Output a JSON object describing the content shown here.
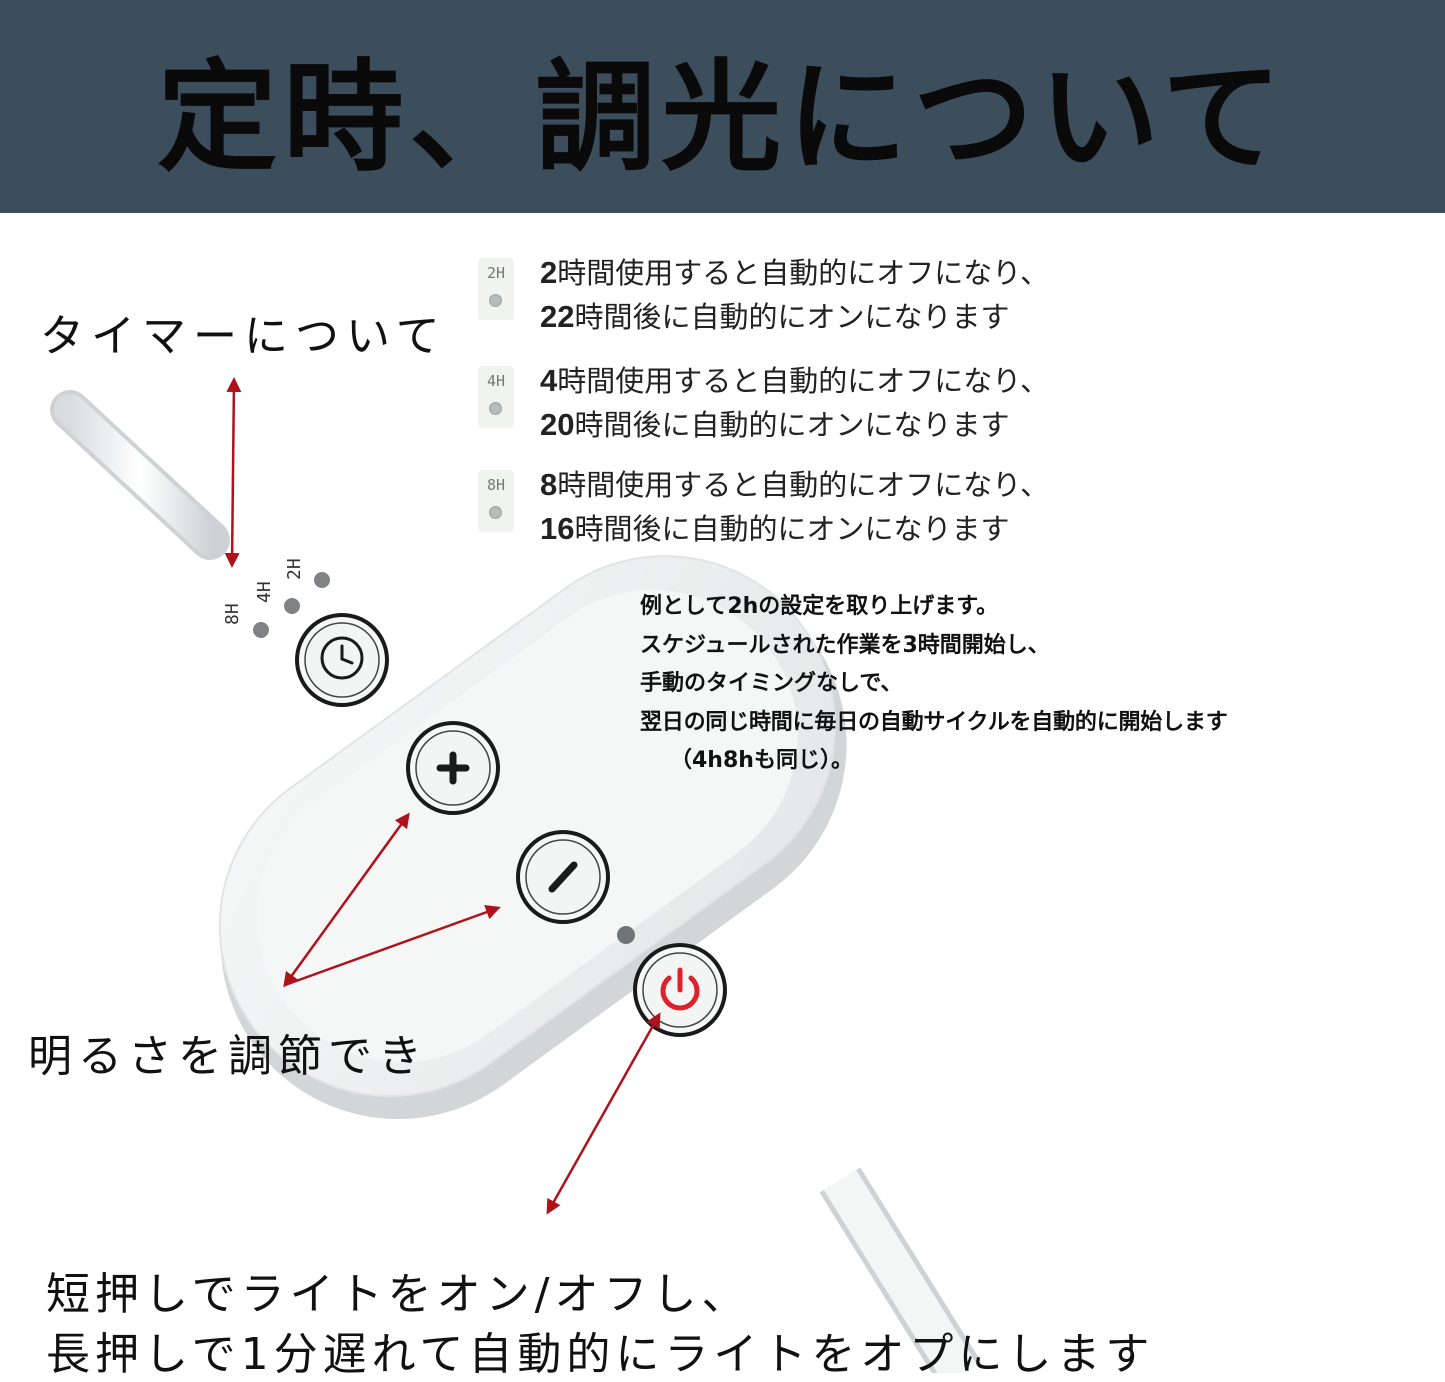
{
  "header": {
    "title": "定時、調光について",
    "background_color": "#3c4d5c"
  },
  "timer_heading": "タイマーについて",
  "timer_options": [
    {
      "led_label": "2H",
      "line1_num": "2",
      "line1_text": "時間使用すると自動的にオフになり、",
      "line2_num": "22",
      "line2_text": "時間後に自動的にオンになります"
    },
    {
      "led_label": "4H",
      "line1_num": "4",
      "line1_text": "時間使用すると自動的にオフになり、",
      "line2_num": "20",
      "line2_text": "時間後に自動的にオンになります"
    },
    {
      "led_label": "8H",
      "line1_num": "8",
      "line1_text": "時間使用すると自動的にオフになり、",
      "line2_num": "16",
      "line2_text": "時間後に自動的にオンになります"
    }
  ],
  "example_lines": [
    "例として2hの設定を取り上げます。",
    "スケジュールされた作業を3時間開始し、",
    "手動のタイミングなしで、",
    "翌日の同じ時間に毎日の自動サイクルを自動的に開始します",
    "（4h8hも同じ）。"
  ],
  "brightness_label": "明るさを調節でき",
  "power_lines": [
    "短押しでライトをオン/オフし、",
    "長押しで1分遅れて自動的にライトをオプにします"
  ],
  "device": {
    "led_labels": [
      "8H",
      "4H",
      "2H"
    ],
    "buttons": [
      "clock-icon",
      "plus-icon",
      "minus-icon",
      "power-icon"
    ],
    "power_icon_color": "#e0202a",
    "arrow_color": "#b0121a"
  }
}
